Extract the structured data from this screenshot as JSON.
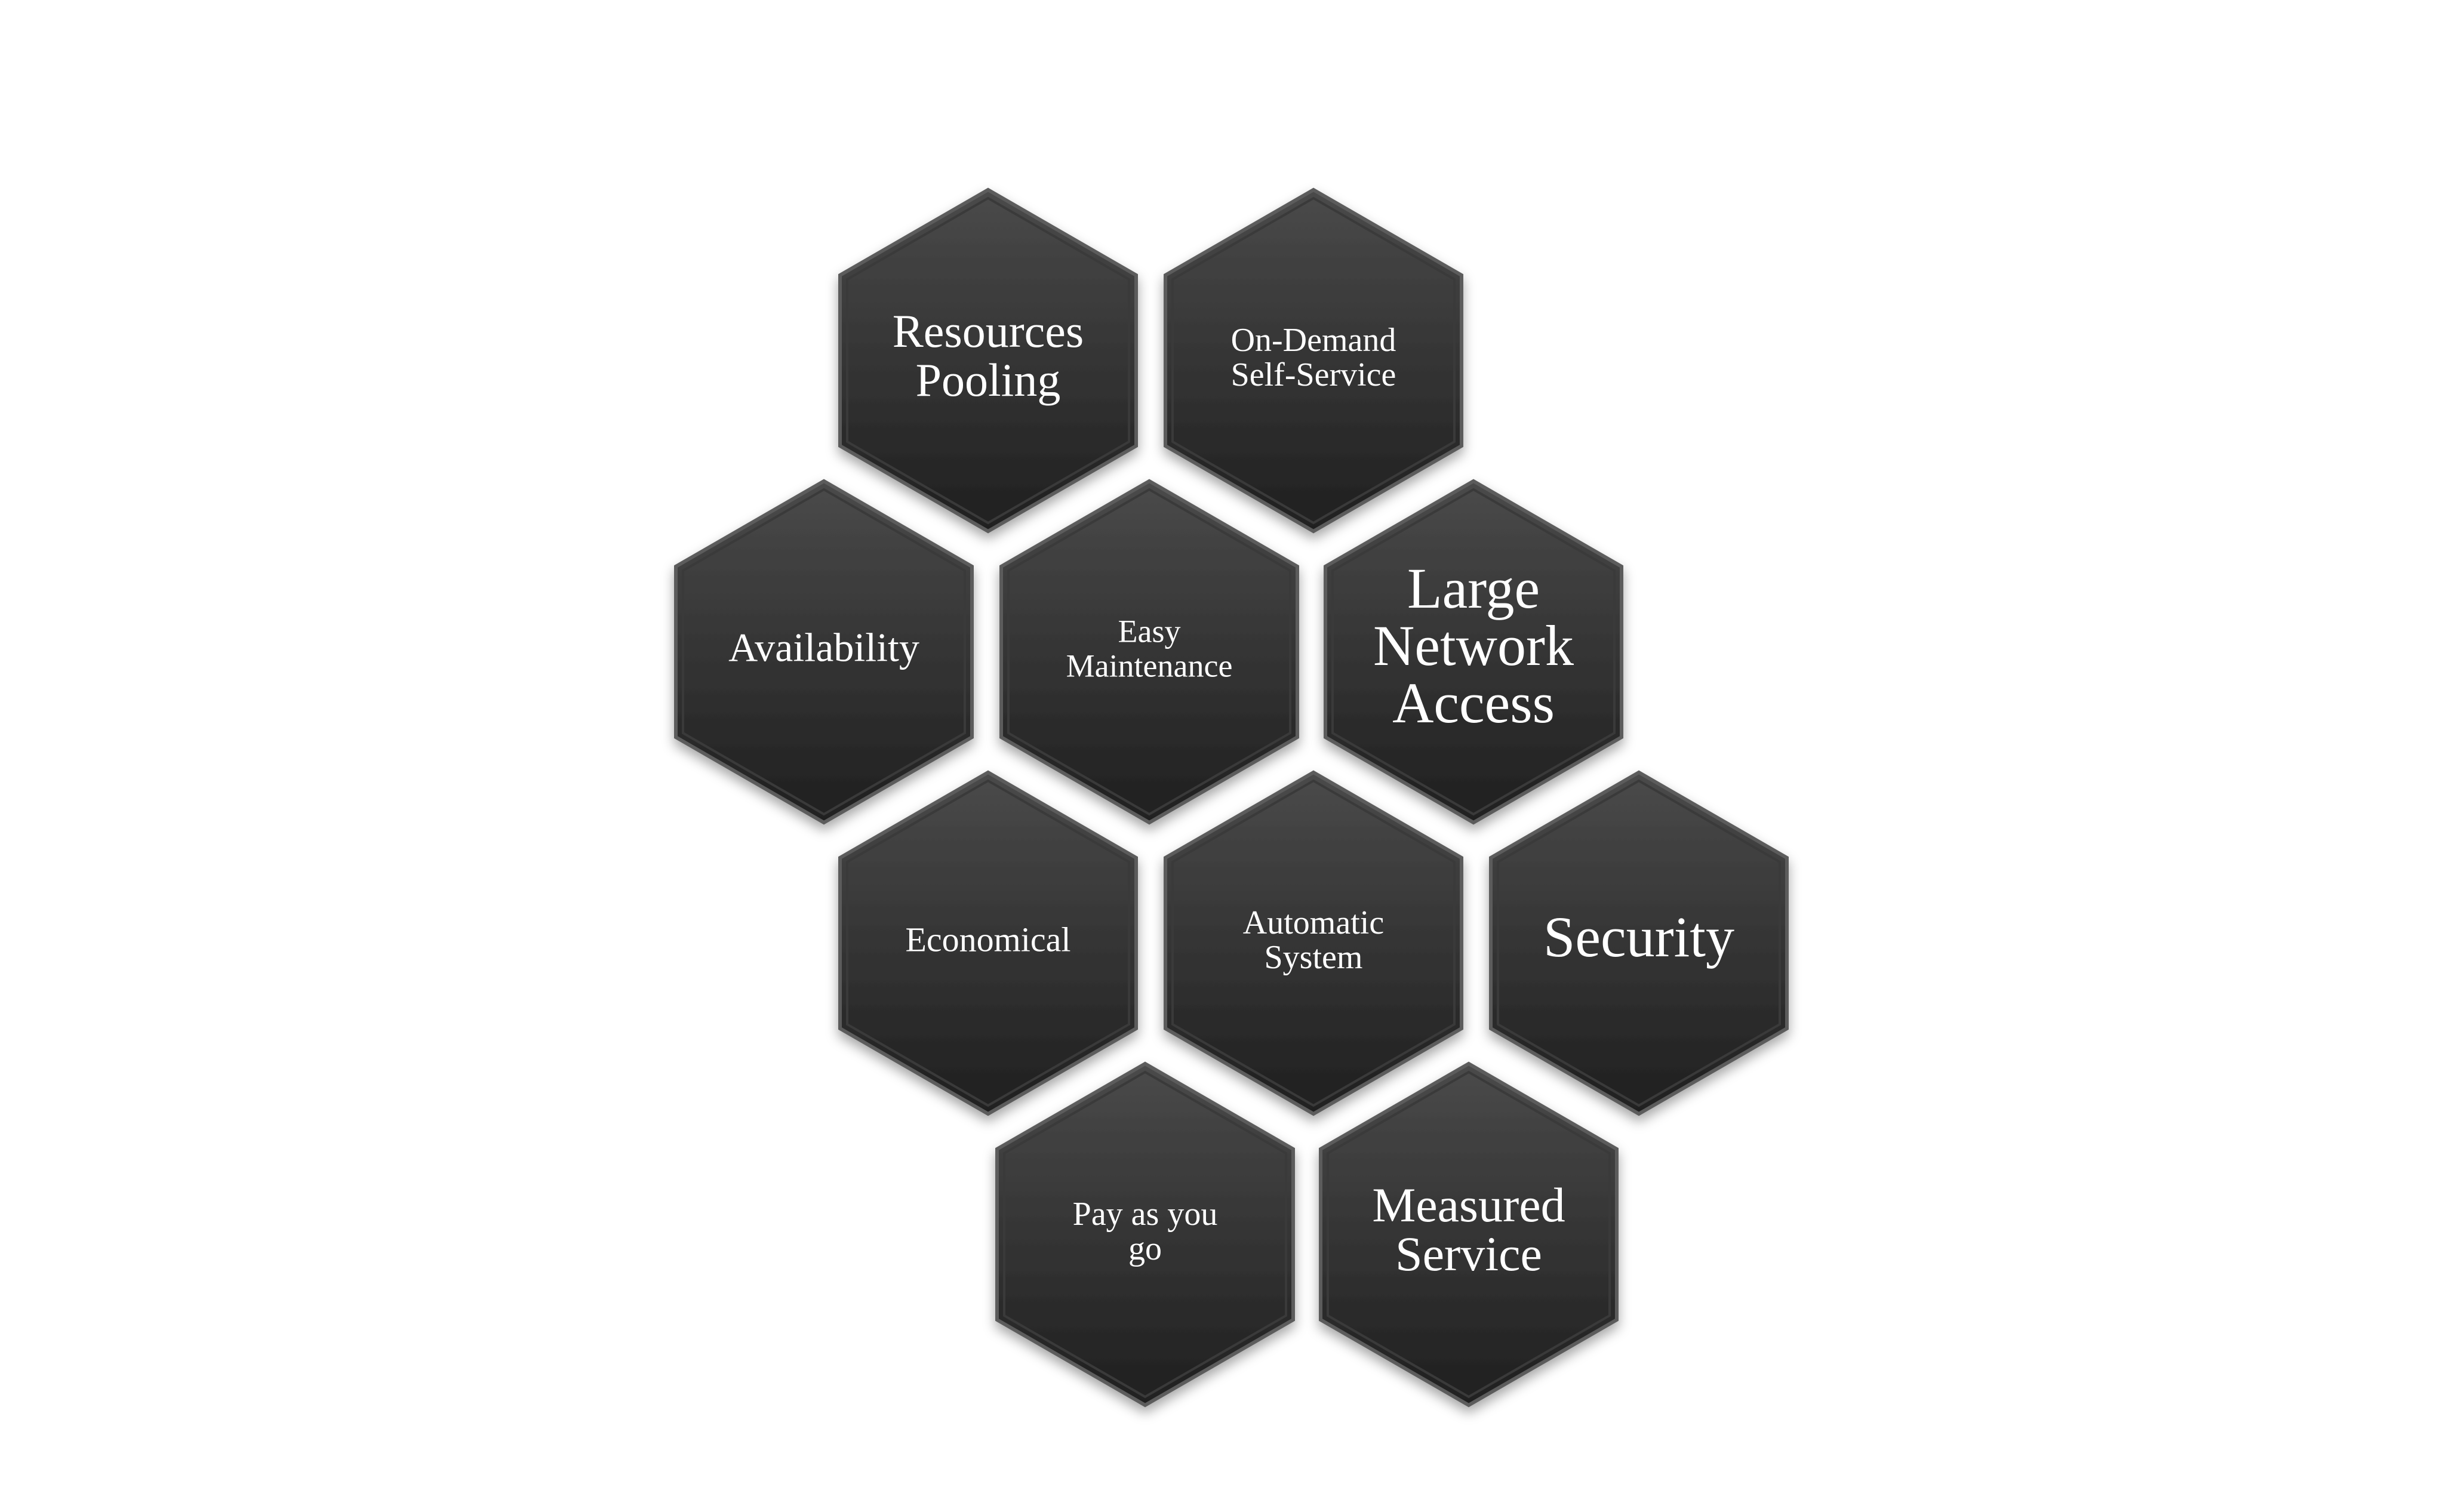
{
  "colors": {
    "background": "#ffffff",
    "hex_top": "#4a4a4a",
    "hex_bottom": "#1f1f1f",
    "hex_edge": "#5c5c5c",
    "text": "#ffffff"
  },
  "cells": [
    {
      "id": "resources-pooling",
      "lines": [
        "Resources",
        "Pooling"
      ]
    },
    {
      "id": "on-demand-self-service",
      "lines": [
        "On-Demand",
        "Self-Service"
      ]
    },
    {
      "id": "availability",
      "lines": [
        "Availability"
      ]
    },
    {
      "id": "easy-maintenance",
      "lines": [
        "Easy",
        "Maintenance"
      ]
    },
    {
      "id": "large-network-access",
      "lines": [
        "Large",
        "Network",
        "Access"
      ]
    },
    {
      "id": "economical",
      "lines": [
        "Economical"
      ]
    },
    {
      "id": "automatic-system",
      "lines": [
        "Automatic",
        "System"
      ]
    },
    {
      "id": "security",
      "lines": [
        "Security"
      ]
    },
    {
      "id": "pay-as-you-go",
      "lines": [
        "Pay as you",
        "go"
      ]
    },
    {
      "id": "measured-service",
      "lines": [
        "Measured",
        "Service"
      ]
    }
  ]
}
